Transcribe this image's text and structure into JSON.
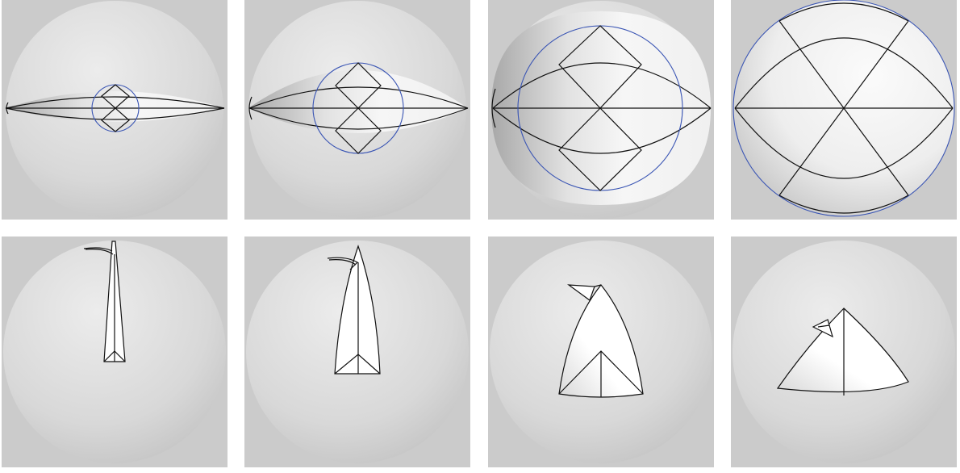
{
  "figure": {
    "rows": 2,
    "columns": 4,
    "colors": {
      "background": "#cbcbcb",
      "sphere_light": "#ececec",
      "sphere_dark": "#c6c6c6",
      "surface": "#ffffff",
      "edge_lines": "#111111",
      "circle_outline": "#3a55b4"
    },
    "top_row": [
      {
        "stage": 1,
        "lens_thickness": 0.1
      },
      {
        "stage": 2,
        "lens_thickness": 0.38
      },
      {
        "stage": 3,
        "lens_thickness": 0.73
      },
      {
        "stage": 4,
        "lens_thickness": 1.0
      }
    ],
    "bottom_row": [
      {
        "stage": 1,
        "spread": 0.1
      },
      {
        "stage": 2,
        "spread": 0.2
      },
      {
        "stage": 3,
        "spread": 0.38
      },
      {
        "stage": 4,
        "spread": 0.6
      }
    ]
  }
}
